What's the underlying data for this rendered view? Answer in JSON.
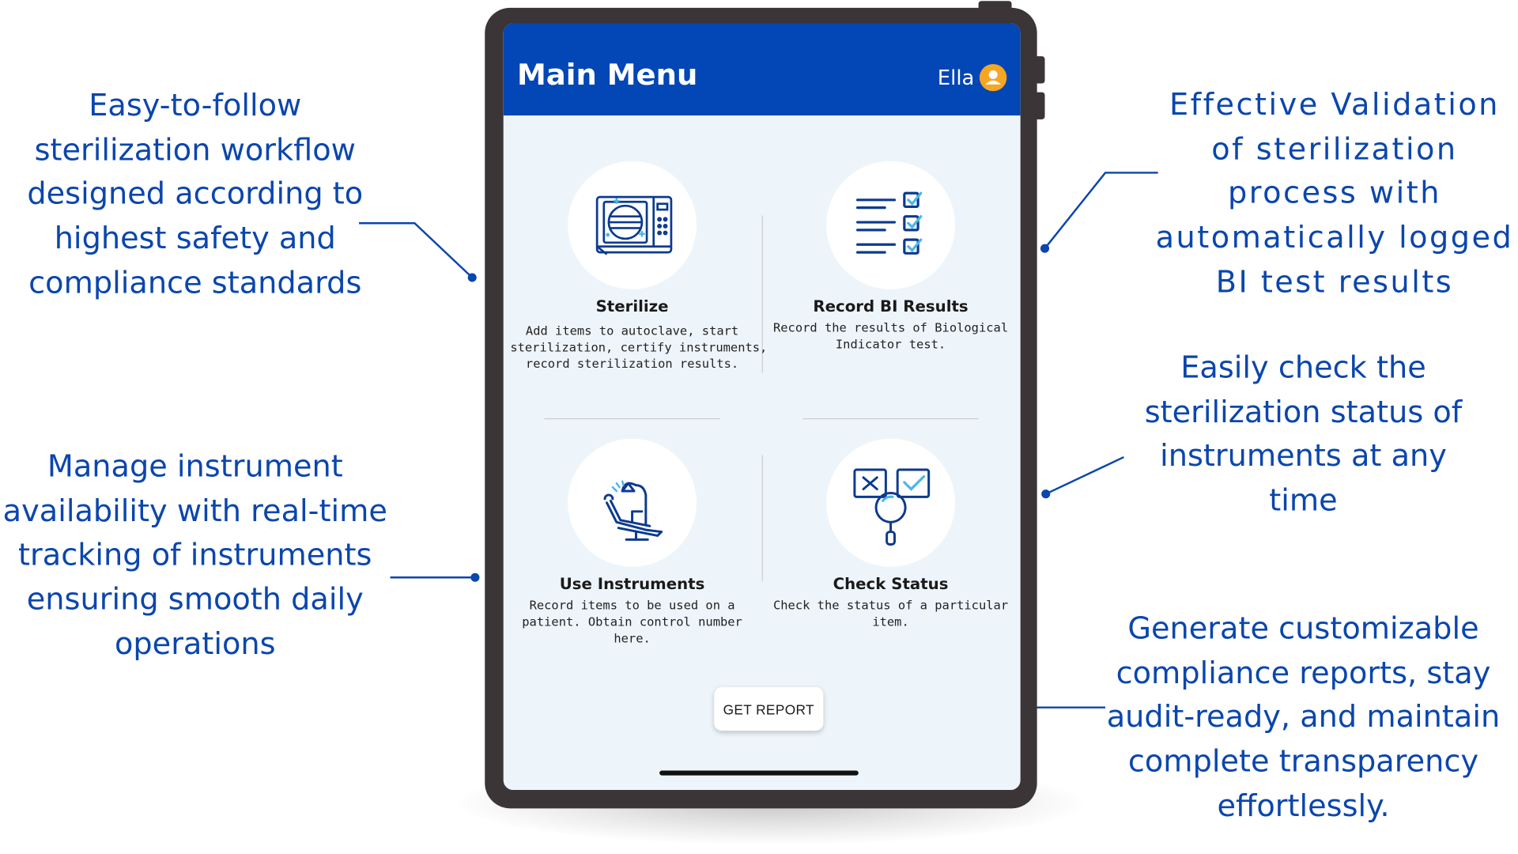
{
  "colors": {
    "brand_blue": "#0346b6",
    "callout_text": "#0a46ad",
    "screen_bg": "#eef5fa",
    "avatar_orange": "#f5a623",
    "device_frame": "#3b3537"
  },
  "callouts": {
    "left_top": [
      "Easy-to-follow",
      "sterilization workflow",
      "designed according to",
      "highest safety and",
      "compliance standards"
    ],
    "left_bottom": [
      "Manage instrument",
      "availability with real-time",
      "tracking of instruments",
      "ensuring smooth daily",
      "operations"
    ],
    "right_top": [
      "Effective Validation",
      "of sterilization",
      "process with",
      "automatically logged",
      "BI test results"
    ],
    "right_middle": [
      "Easily check the",
      "sterilization status of",
      "instruments at any",
      "time"
    ],
    "right_bottom": [
      "Generate customizable",
      "compliance reports, stay",
      "audit-ready, and maintain",
      "complete transparency",
      "effortlessly."
    ]
  },
  "app": {
    "title": "Main Menu",
    "user_name": "Ella",
    "avatar_icon": "user-circle-icon",
    "tiles": [
      {
        "icon": "autoclave-icon",
        "title": "Sterilize",
        "desc": [
          "Add items to autoclave, start",
          "sterilization, certify instruments,",
          "record sterilization results."
        ]
      },
      {
        "icon": "checklist-icon",
        "title": "Record BI Results",
        "desc": [
          "Record the results of Biological",
          "Indicator test."
        ]
      },
      {
        "icon": "dental-chair-icon",
        "title": "Use Instruments",
        "desc": [
          "Record items to be used on a",
          "patient. Obtain control number",
          "here."
        ]
      },
      {
        "icon": "check-status-magnifier-icon",
        "title": "Check Status",
        "desc": [
          "Check the status of a particular",
          "item."
        ]
      }
    ],
    "report_button": "GET REPORT"
  }
}
